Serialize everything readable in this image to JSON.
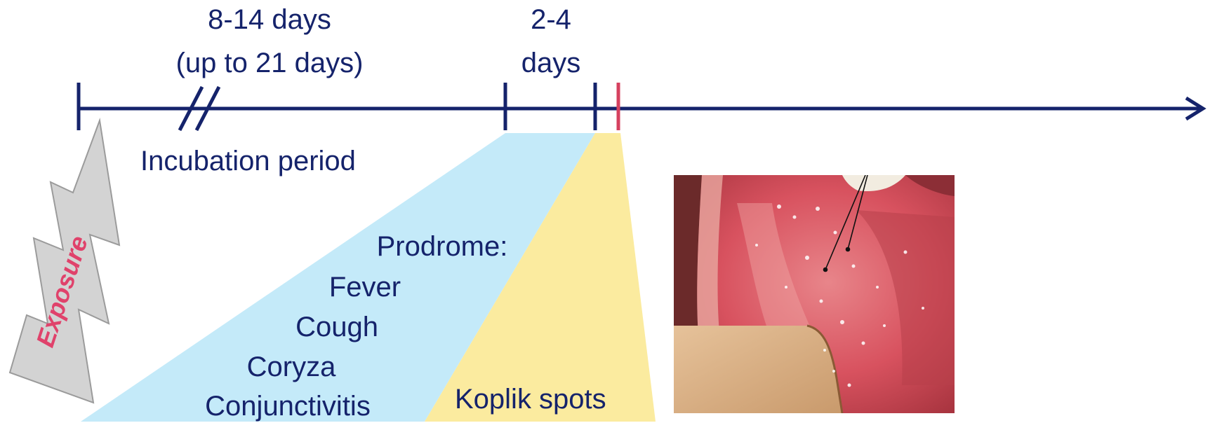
{
  "timeline": {
    "incubation_duration": [
      "8-14 days",
      "(up to 21 days)"
    ],
    "incubation_label": "Incubation period",
    "prodrome_duration": [
      "2-4",
      "days"
    ],
    "exposure_label": "Exposure"
  },
  "prodrome": {
    "heading": "Prodrome:",
    "symptoms": [
      "Fever",
      "Cough",
      "Coryza",
      "Conjunctivitis"
    ]
  },
  "koplik": {
    "label": "Koplik spots"
  },
  "photo": {
    "subject": "Koplik spots on buccal mucosa"
  },
  "colors": {
    "timeline": "#15236b",
    "marker": "#d6415f",
    "prodrome_fill": "#c4eaf9",
    "koplik_fill": "#fbeb9f",
    "exposure_text": "#e0426b",
    "exposure_bolt": "#d3d3d3"
  }
}
